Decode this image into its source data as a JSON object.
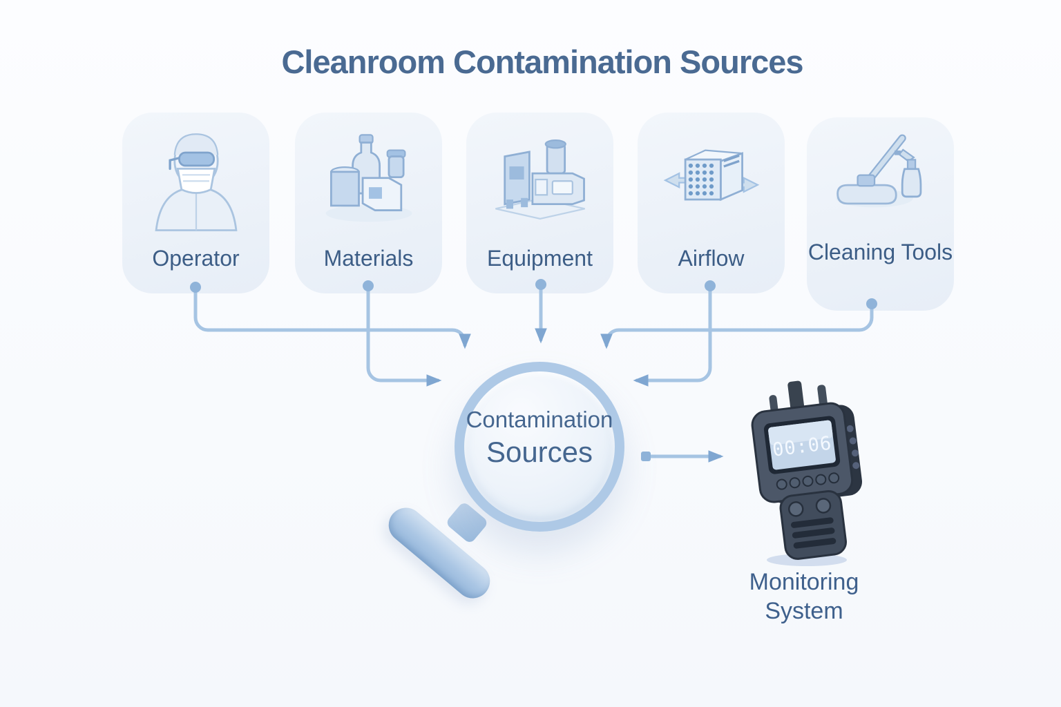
{
  "title": "Cleanroom Contamination Sources",
  "cards": [
    {
      "label": "Operator",
      "icon": "operator-icon"
    },
    {
      "label": "Materials",
      "icon": "materials-icon"
    },
    {
      "label": "Equipment",
      "icon": "equipment-icon"
    },
    {
      "label": "Airflow",
      "icon": "airflow-icon"
    },
    {
      "label": "Cleaning Tools",
      "icon": "cleaning-tools-icon"
    }
  ],
  "center_node": {
    "line1": "Contamination",
    "line2": "Sources",
    "icon": "magnifier-icon"
  },
  "monitoring": {
    "display_value": "00:06",
    "label_line1": "Monitoring",
    "label_line2": "System",
    "icon": "particle-counter-icon"
  },
  "colors": {
    "background": "#fbfcfe",
    "title_text": "#4a6a92",
    "card_label_text": "#3c5d86",
    "card_bg_start": "#f2f6fb",
    "card_bg_end": "#e7eef7",
    "connector_line": "#a6c4e3",
    "arrowhead": "#7fa6d1",
    "connector_dot": "#8fb3d9",
    "lens_ring": "#aec9e6",
    "center_text": "#45668f",
    "device_body": "#3d4757",
    "device_screen": "#c3d5e9",
    "screen_digits": "#f4f9ff",
    "monitor_label_text": "#3e608c"
  }
}
